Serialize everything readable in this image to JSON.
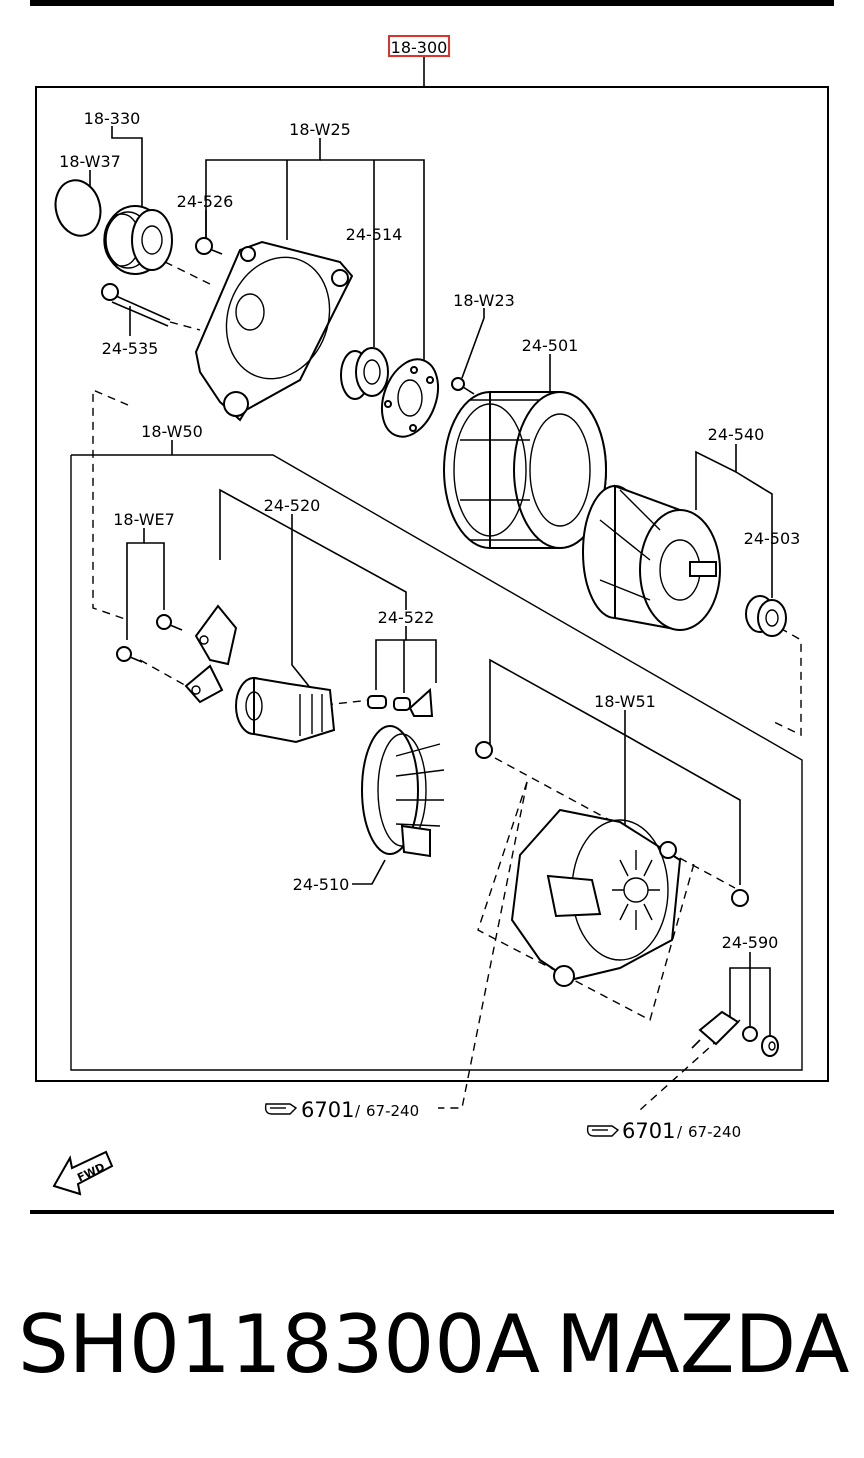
{
  "diagram": {
    "assembly_label": "18-300",
    "labels": {
      "l_18_330": "18-330",
      "l_18_w37": "18-W37",
      "l_18_w25": "18-W25",
      "l_24_526": "24-526",
      "l_24_514": "24-514",
      "l_24_535": "24-535",
      "l_18_w23": "18-W23",
      "l_24_501": "24-501",
      "l_18_w50": "18-W50",
      "l_24_540": "24-540",
      "l_18_we7": "18-WE7",
      "l_24_520": "24-520",
      "l_24_503": "24-503",
      "l_24_522": "24-522",
      "l_18_w51": "18-W51",
      "l_24_510": "24-510",
      "l_24_590": "24-590"
    },
    "references": [
      {
        "main": "6701",
        "sub": "67-240"
      },
      {
        "main": "6701",
        "sub": "67-240"
      }
    ],
    "fwd_label": "FWD",
    "colors": {
      "highlight": "#e0302a",
      "line": "#000000"
    }
  },
  "footer": {
    "part_number": "SH0118300A",
    "brand": "MAZDA"
  }
}
